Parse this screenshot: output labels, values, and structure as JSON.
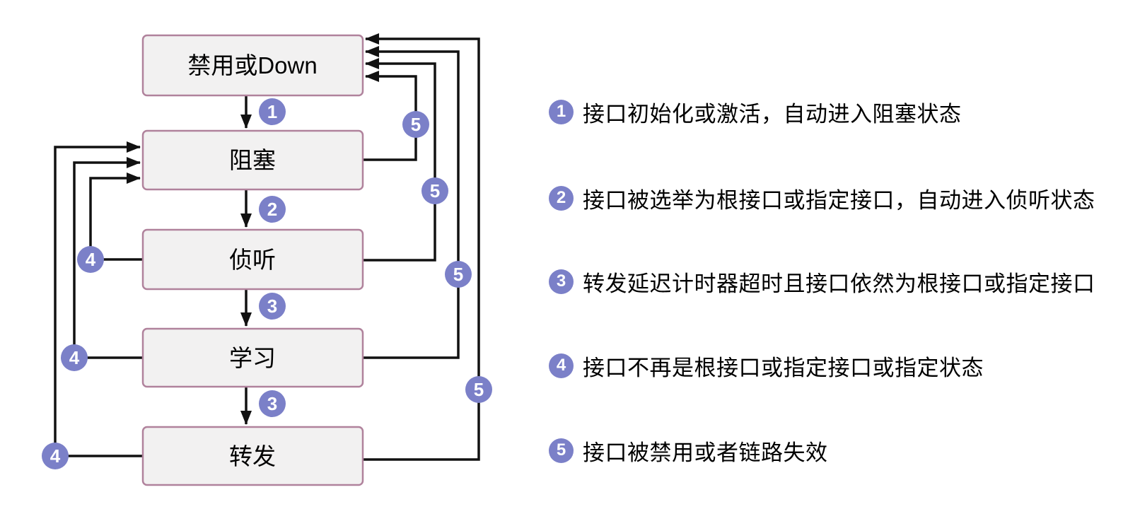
{
  "colors": {
    "badge_fill": "#7b80c8",
    "box_fill": "#f2f1f1",
    "box_border": "#b0829c",
    "line": "#111111",
    "text": "#000000",
    "background": "#ffffff"
  },
  "diagram": {
    "states": [
      {
        "label": "禁用或Down"
      },
      {
        "label": "阻塞"
      },
      {
        "label": "侦听"
      },
      {
        "label": "学习"
      },
      {
        "label": "转发"
      }
    ],
    "badges": {
      "n1": "1",
      "n2": "2",
      "n3": "3",
      "n4": "4",
      "n5": "5"
    }
  },
  "legend": {
    "items": [
      {
        "num": "1",
        "text": "接口初始化或激活，自动进入阻塞状态"
      },
      {
        "num": "2",
        "text": "接口被选举为根接口或指定接口，自动进入侦听状态"
      },
      {
        "num": "3",
        "text": "转发延迟计时器超时且接口依然为根接口或指定接口"
      },
      {
        "num": "4",
        "text": "接口不再是根接口或指定接口或指定状态"
      },
      {
        "num": "5",
        "text": "接口被禁用或者链路失效"
      }
    ]
  }
}
